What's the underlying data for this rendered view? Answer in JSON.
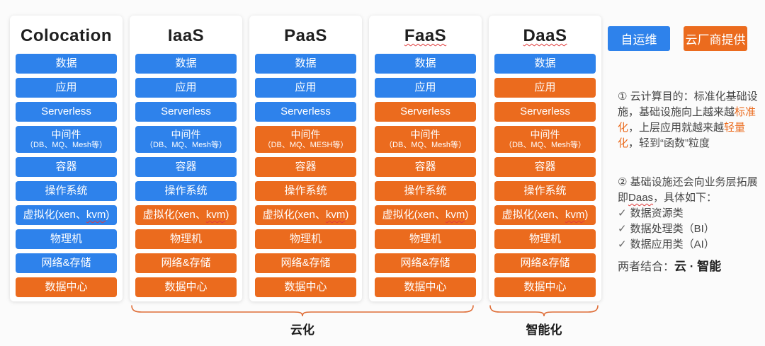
{
  "colors": {
    "self_operated_blue": "#2E82EB",
    "vendor_provided_orange": "#EB6B1E"
  },
  "legend": [
    {
      "label": "自运维"
    },
    {
      "label": "云厂商提供"
    }
  ],
  "columns": [
    {
      "title": "Colocation",
      "title_wavy": false,
      "rows": [
        {
          "label": "数据",
          "vendor": false
        },
        {
          "label": "应用",
          "vendor": false
        },
        {
          "label": "Serverless",
          "vendor": false
        },
        {
          "label": "中间件",
          "sub": "（DB、MQ、Mesh等）",
          "vendor": false
        },
        {
          "label": "容器",
          "vendor": false
        },
        {
          "label": "操作系统",
          "vendor": false
        },
        {
          "pre": "虚拟化(xen、",
          "wavy": "kvm",
          "post": ")",
          "vendor": false
        },
        {
          "label": "物理机",
          "vendor": false
        },
        {
          "label": "网络&存储",
          "vendor": false
        },
        {
          "label": "数据中心",
          "vendor": true
        }
      ]
    },
    {
      "title": "IaaS",
      "title_wavy": false,
      "rows": [
        {
          "label": "数据",
          "vendor": false
        },
        {
          "label": "应用",
          "vendor": false
        },
        {
          "label": "Serverless",
          "vendor": false
        },
        {
          "label": "中间件",
          "sub": "（DB、MQ、Mesh等）",
          "vendor": false
        },
        {
          "label": "容器",
          "vendor": false
        },
        {
          "label": "操作系统",
          "vendor": false
        },
        {
          "pre": "虚拟化(xen、",
          "wavy": "kvm",
          "post": ")",
          "vendor": true
        },
        {
          "label": "物理机",
          "vendor": true
        },
        {
          "label": "网络&存储",
          "vendor": true
        },
        {
          "label": "数据中心",
          "vendor": true
        }
      ]
    },
    {
      "title": "PaaS",
      "title_wavy": false,
      "rows": [
        {
          "label": "数据",
          "vendor": false
        },
        {
          "label": "应用",
          "vendor": false
        },
        {
          "label": "Serverless",
          "vendor": false
        },
        {
          "label": "中间件",
          "sub": "（DB、MQ、MESH等）",
          "vendor": true
        },
        {
          "label": "容器",
          "vendor": true
        },
        {
          "label": "操作系统",
          "vendor": true
        },
        {
          "pre": "虚拟化(xen、",
          "wavy": "kvm",
          "post": ")",
          "vendor": true
        },
        {
          "label": "物理机",
          "vendor": true
        },
        {
          "label": "网络&存储",
          "vendor": true
        },
        {
          "label": "数据中心",
          "vendor": true
        }
      ]
    },
    {
      "title": "FaaS",
      "title_wavy": true,
      "rows": [
        {
          "label": "数据",
          "vendor": false
        },
        {
          "label": "应用",
          "vendor": false
        },
        {
          "label": "Serverless",
          "vendor": true
        },
        {
          "label": "中间件",
          "sub": "（DB、MQ、Mesh等）",
          "vendor": true
        },
        {
          "label": "容器",
          "vendor": true
        },
        {
          "label": "操作系统",
          "vendor": true
        },
        {
          "pre": "虚拟化(xen、",
          "wavy": "kvm",
          "post": ")",
          "vendor": true
        },
        {
          "label": "物理机",
          "vendor": true
        },
        {
          "label": "网络&存储",
          "vendor": true
        },
        {
          "label": "数据中心",
          "vendor": true
        }
      ]
    },
    {
      "title": "DaaS",
      "title_wavy": true,
      "rows": [
        {
          "label": "数据",
          "vendor": false
        },
        {
          "label": "应用",
          "vendor": true
        },
        {
          "label": "Serverless",
          "vendor": true
        },
        {
          "label": "中间件",
          "sub": "（DB、MQ、Mesh等）",
          "vendor": true
        },
        {
          "label": "容器",
          "vendor": true
        },
        {
          "label": "操作系统",
          "vendor": true
        },
        {
          "pre": "虚拟化(xen、",
          "wavy": "kvm",
          "post": ")",
          "vendor": true
        },
        {
          "label": "物理机",
          "vendor": true
        },
        {
          "label": "网络&存储",
          "vendor": true
        },
        {
          "label": "数据中心",
          "vendor": true
        }
      ]
    }
  ],
  "braces": [
    {
      "label": "云化"
    },
    {
      "label": "智能化"
    }
  ],
  "notes": {
    "note1": {
      "seg1": "① 云计算目的：标准化基础设施，基础设施向上越来越",
      "seg2": "标准化",
      "seg3": "，上层应用就越来越",
      "seg4": "轻量化",
      "seg5": "，轻到“函数”粒度"
    },
    "note2": {
      "lead1": "② 基础设施还会向业务层拓展即",
      "daas": "Daas",
      "lead2": "，具体如下：",
      "check": "✓",
      "items": [
        "数据资源类",
        "数据处理类（BI）",
        "数据应用类（AI）"
      ]
    },
    "combo": {
      "prefix": "两者结合：",
      "bold": "云 · 智能"
    }
  }
}
